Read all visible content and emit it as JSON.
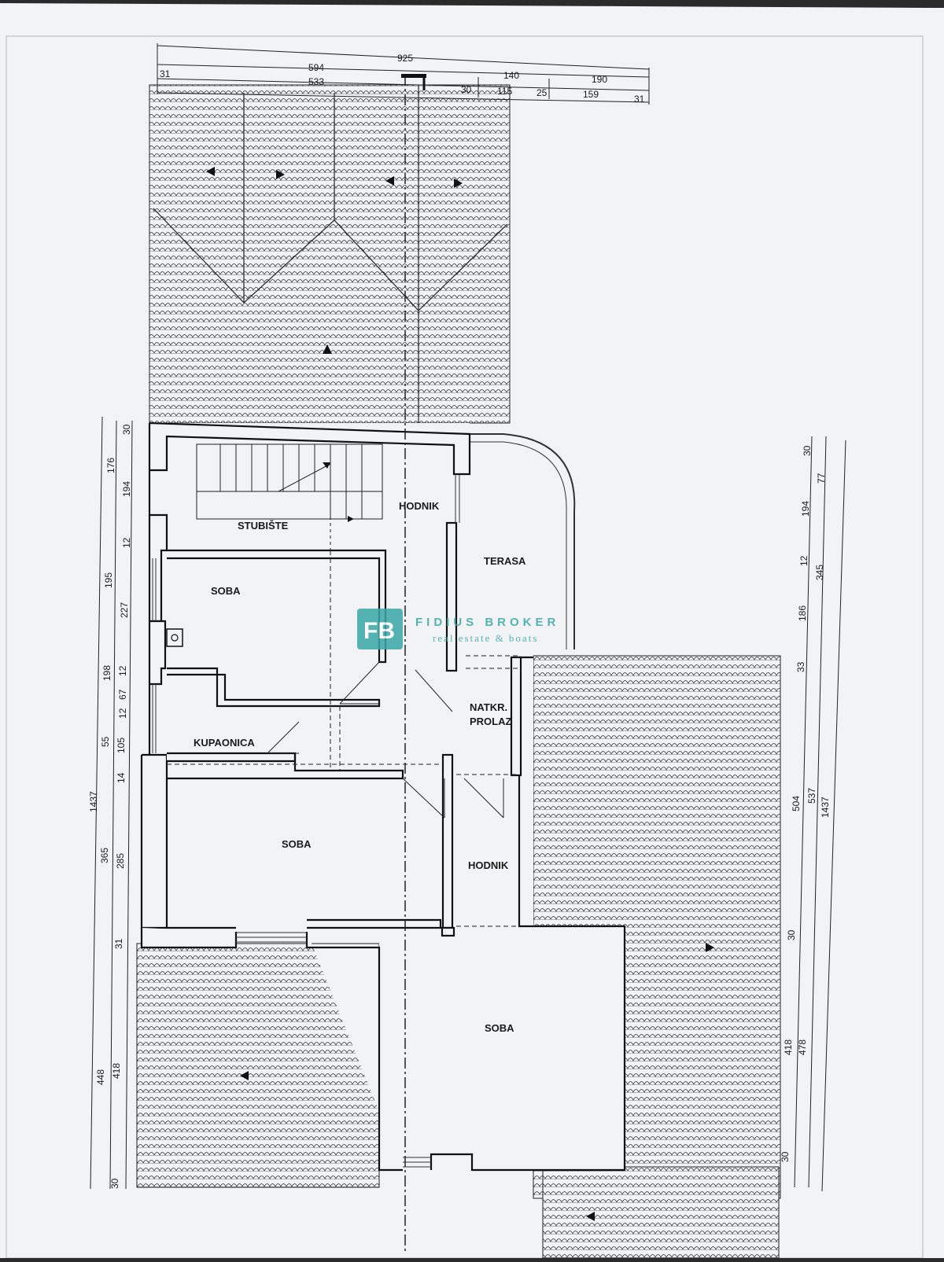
{
  "colors": {
    "paper": "#f2f3f4",
    "ink": "#1a1a1a",
    "brand_teal": "#3aa7a8"
  },
  "dimensions_top": {
    "total": "925",
    "left_block": "594",
    "left_offset": "31",
    "inner_left": "533",
    "gap": "30",
    "mid_top": "140",
    "mid_bottom": "115",
    "step": "25",
    "right_top": "190",
    "right_bottom": "159",
    "right_offset": "31"
  },
  "dimensions_left": {
    "total": "1437",
    "seg_176": "176",
    "seg_30": "30",
    "seg_194": "194",
    "seg_12a": "12",
    "seg_195": "195",
    "seg_227": "227",
    "seg_198": "198",
    "seg_12b": "12",
    "seg_67": "67",
    "seg_12c": "12",
    "seg_55": "55",
    "seg_105": "105",
    "seg_14": "14",
    "seg_365": "365",
    "seg_285": "285",
    "seg_31": "31",
    "seg_448": "448",
    "seg_418": "418",
    "seg_30b": "30"
  },
  "dimensions_right": {
    "seg_30": "30",
    "seg_77": "77",
    "seg_194": "194",
    "seg_12": "12",
    "seg_345": "345",
    "seg_186": "186",
    "seg_33": "33",
    "seg_504": "504",
    "seg_537": "537",
    "total": "1437",
    "seg_30b": "30",
    "seg_418": "418",
    "seg_478": "478",
    "seg_30c": "30"
  },
  "rooms": {
    "stubiste": "STUBIŠTE",
    "hodnik_top": "HODNIK",
    "terasa": "TERASA",
    "soba_1": "SOBA",
    "kupaonica": "KUPAONICA",
    "natkr_line1": "NATKR.",
    "natkr_line2": "PROLAZ",
    "soba_2": "SOBA",
    "hodnik_bottom": "HODNIK",
    "soba_3": "SOBA"
  },
  "watermark": {
    "logo_text": "FB",
    "name": "FIDIUS BROKER",
    "tagline": "real estate & boats"
  }
}
